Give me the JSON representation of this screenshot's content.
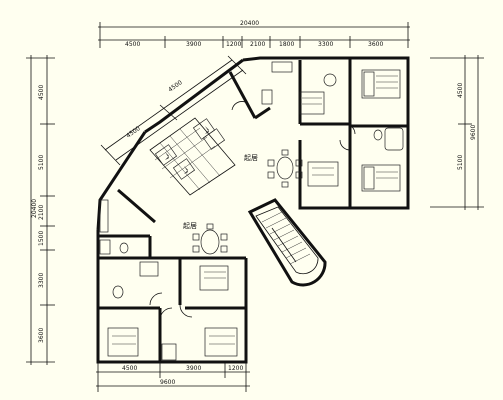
{
  "plan": {
    "top_dims": {
      "overall": "20400",
      "segments": [
        "4500",
        "3900",
        "1200",
        "2100",
        "1800",
        "3300",
        "3600"
      ]
    },
    "bottom_dims": {
      "overall": "9600",
      "segments": [
        "4500",
        "3900",
        "1200"
      ]
    },
    "left_dims": {
      "overall": "20400",
      "segments": [
        "4500",
        "5100",
        "2100",
        "1500",
        "3300",
        "3600"
      ]
    },
    "right_dims": {
      "overall": "9600",
      "segments": [
        "4500",
        "5100"
      ]
    },
    "diagonal_dims": [
      "4500",
      "4500"
    ],
    "room_labels": [
      "起居",
      "起居"
    ]
  },
  "colors": {
    "background": "#fffff0",
    "ink": "#111111"
  }
}
